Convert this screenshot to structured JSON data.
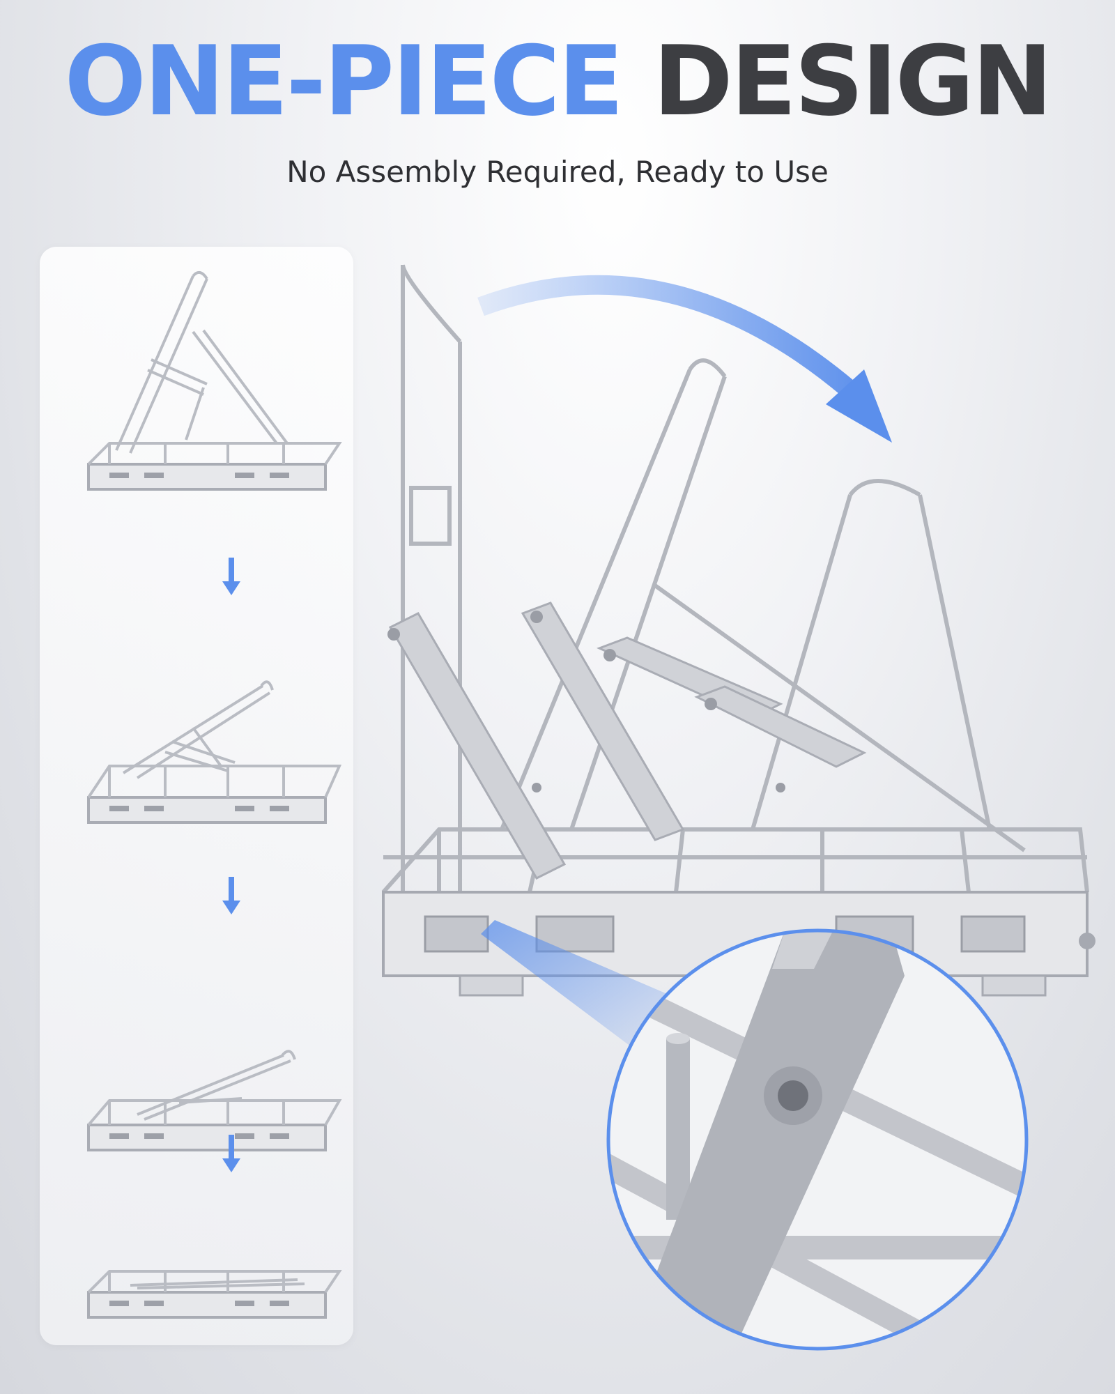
{
  "headline": {
    "accent_text": "ONE-PIECE",
    "dark_text": "DESIGN"
  },
  "subheadline": "No Assembly Required, Ready to Use",
  "colors": {
    "accent": "#5b8fec",
    "dark": "#3d3e42",
    "metal": "#b9bcc3",
    "metal_dark": "#8e9199"
  },
  "icons": {
    "step_arrow": "arrow-down-icon",
    "motion_arrow": "curved-arrow-icon",
    "zoom": "zoom-detail-circle"
  }
}
